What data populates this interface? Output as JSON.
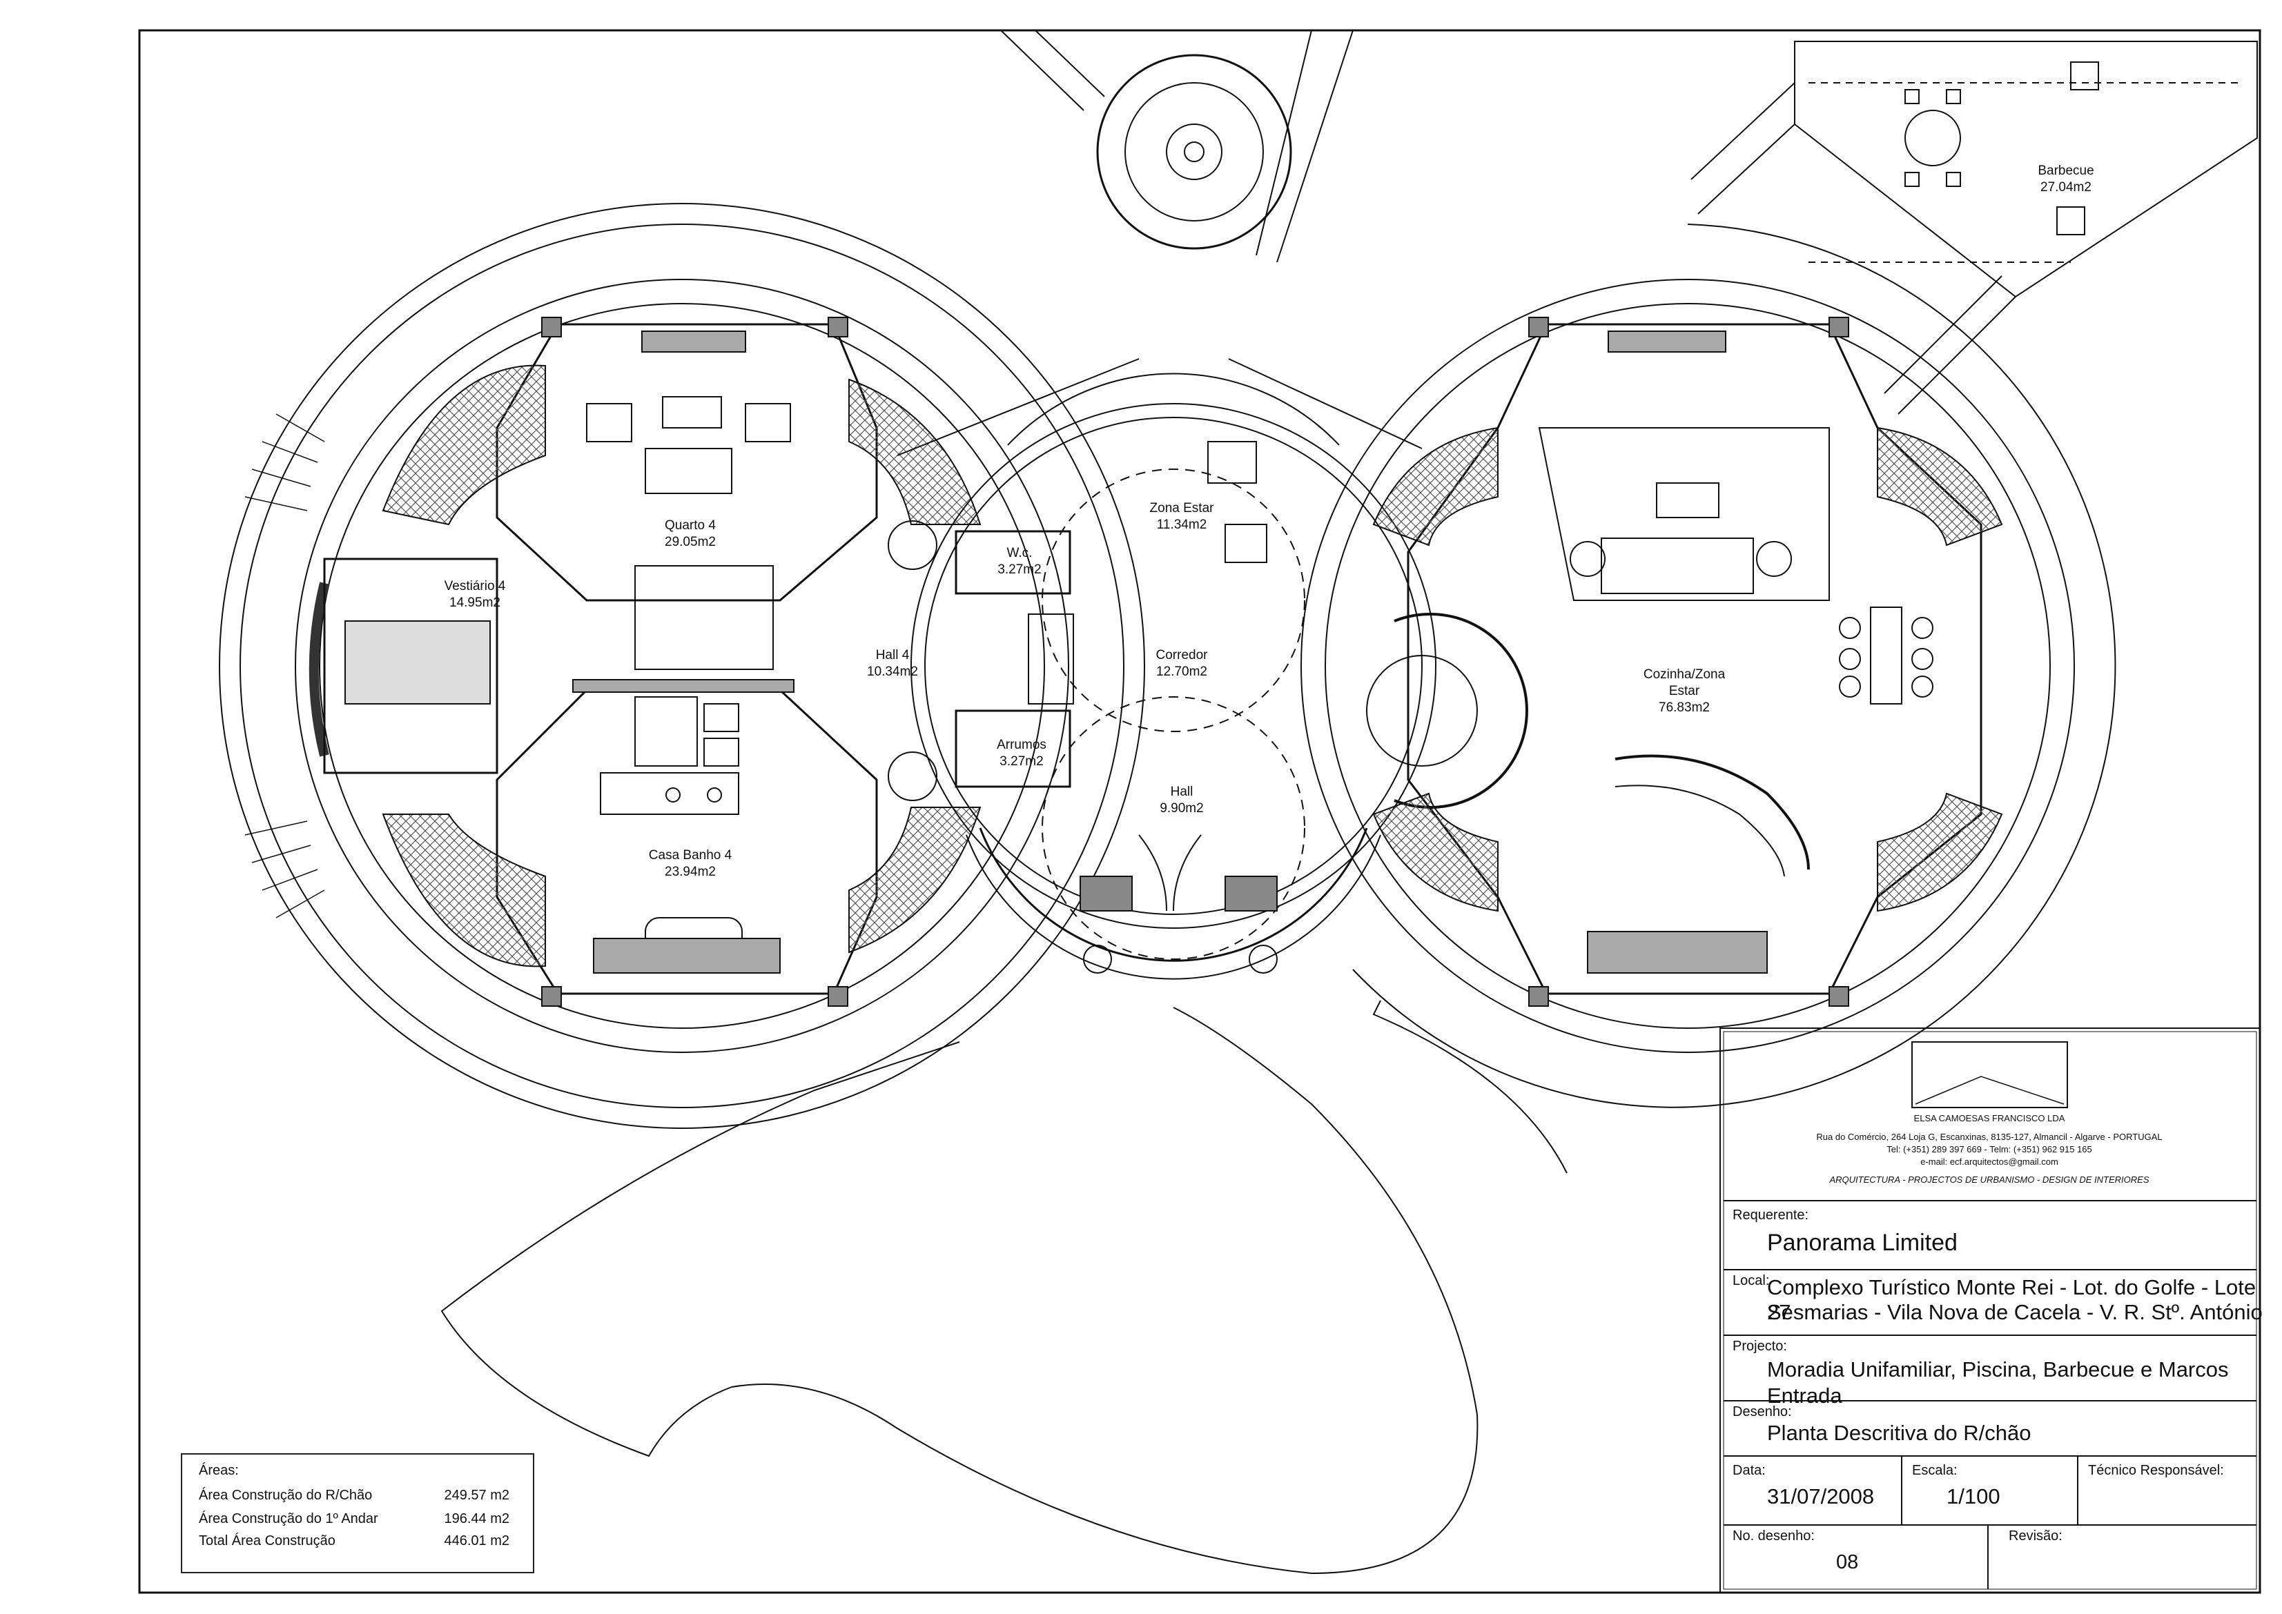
{
  "rooms": {
    "quarto4": {
      "name": "Quarto 4",
      "area": "29.05m2"
    },
    "vestiario4": {
      "name": "Vestiário 4",
      "area": "14.95m2"
    },
    "casa_banho4": {
      "name": "Casa Banho 4",
      "area": "23.94m2"
    },
    "hall4": {
      "name": "Hall 4",
      "area": "10.34m2"
    },
    "wc": {
      "name": "W.c.",
      "area": "3.27m2"
    },
    "zona_estar": {
      "name": "Zona Estar",
      "area": "11.34m2"
    },
    "corredor": {
      "name": "Corredor",
      "area": "12.70m2"
    },
    "arrumos": {
      "name": "Arrumos",
      "area": "3.27m2"
    },
    "hall": {
      "name": "Hall",
      "area": "9.90m2"
    },
    "cozinha": {
      "name_line1": "Cozinha/Zona",
      "name_line2": "Estar",
      "area": "76.83m2"
    },
    "barbecue": {
      "name": "Barbecue",
      "area": "27.04m2"
    }
  },
  "areas_box": {
    "title": "Áreas:",
    "rows": [
      {
        "label": "Área Construção do R/Chão",
        "value": "249.57 m2"
      },
      {
        "label": "Área Construção do 1º Andar",
        "value": "196.44 m2"
      },
      {
        "label": "Total Área Construção",
        "value": "446.01 m2"
      }
    ]
  },
  "company": {
    "name": "ELSA CAMOESAS FRANCISCO LDA",
    "address": "Rua do Comércio, 264 Loja G, Escanxinas, 8135-127, Almancil - Algarve - PORTUGAL",
    "phones": "Tel: (+351) 289 397 669 - Telm: (+351) 962 915 165",
    "email": "e-mail: ecf.arquitectos@gmail.com",
    "tagline": "ARQUITECTURA - PROJECTOS DE URBANISMO - DESIGN DE INTERIORES"
  },
  "title_block": {
    "requerente_label": "Requerente:",
    "requerente": "Panorama Limited",
    "local_label": "Local:",
    "local_line1": "Complexo Turístico Monte Rei - Lot. do Golfe - Lote 27",
    "local_line2": "Sesmarias - Vila Nova de Cacela - V. R. Stº. António",
    "projecto_label": "Projecto:",
    "projecto": "Moradia Unifamiliar, Piscina, Barbecue e Marcos Entrada",
    "desenho_label": "Desenho:",
    "desenho": "Planta Descritiva do R/chão",
    "data_label": "Data:",
    "data": "31/07/2008",
    "escala_label": "Escala:",
    "escala": "1/100",
    "tecnico_label": "Técnico Responsável:",
    "tecnico": "",
    "no_desenho_label": "No. desenho:",
    "no_desenho": "08",
    "revisao_label": "Revisão:",
    "revisao": ""
  }
}
